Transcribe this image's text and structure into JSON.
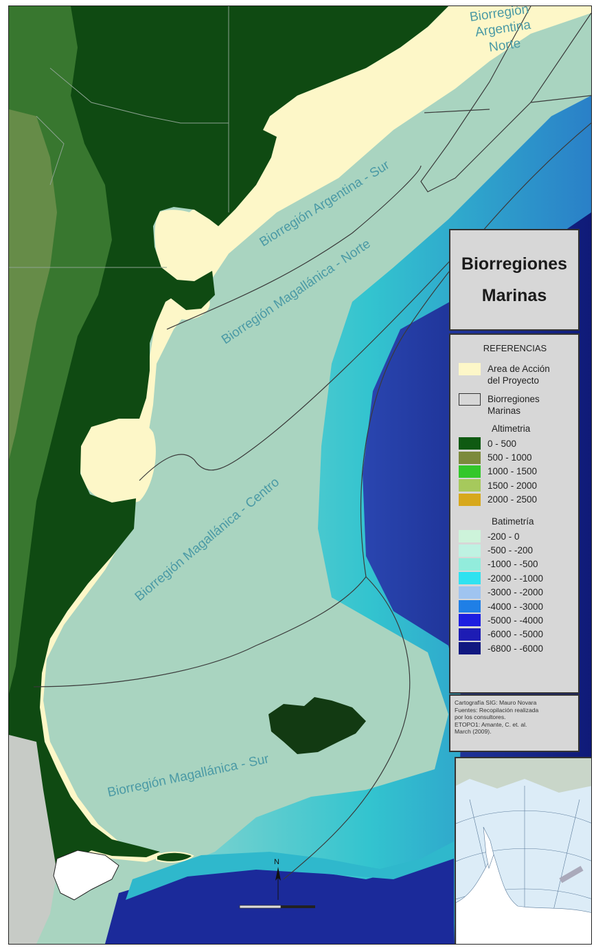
{
  "map": {
    "title_line1": "Biorregiones",
    "title_line2": "Marinas",
    "region_labels": {
      "argentina_norte_1": "Biorregión",
      "argentina_norte_2": "Argentina",
      "argentina_norte_3": "Norte",
      "argentina_sur": "Biorregión Argentina - Sur",
      "magallanica_norte": "Biorregión Magallánica - Norte",
      "magallanica_centro": "Biorregión Magallánica - Centro",
      "magallanica_sur": "Biorregión Magallánica - Sur"
    },
    "north_arrow_label": "N",
    "colors": {
      "land_dark": "#0f4a12",
      "land_mid": "#3f7f35",
      "land_high": "#6e8f4c",
      "shelf": "#a9d4c0",
      "project_area": "#fdf7c8",
      "slope": "#3fc6cc",
      "deep": "#1a1e8a",
      "label": "#4b9aa5"
    }
  },
  "legend": {
    "header": "REFERENCIAS",
    "project_area_label_1": "Area de Acción",
    "project_area_label_2": "del Proyecto",
    "bioregions_label_1": "Biorregiones",
    "bioregions_label_2": "Marinas",
    "altimetry_title": "Altimetria",
    "altimetry": [
      {
        "label": "0 - 500",
        "color": "#0f5a12"
      },
      {
        "label": "500 - 1000",
        "color": "#7c8a3c"
      },
      {
        "label": "1000 - 1500",
        "color": "#33c72a"
      },
      {
        "label": "1500 - 2000",
        "color": "#a6c95c"
      },
      {
        "label": "2000 - 2500",
        "color": "#d7a81c"
      }
    ],
    "bathymetry_title": "Batimetría",
    "bathymetry": [
      {
        "label": "-200 - 0",
        "color": "#cdf3da"
      },
      {
        "label": "-500 - -200",
        "color": "#bff2e2"
      },
      {
        "label": "-1000 - -500",
        "color": "#92ecdc"
      },
      {
        "label": "-2000 - -1000",
        "color": "#30e2f0"
      },
      {
        "label": "-3000 - -2000",
        "color": "#9fc4f0"
      },
      {
        "label": "-4000 - -3000",
        "color": "#1f7fe6"
      },
      {
        "label": "-5000 - -4000",
        "color": "#1d1ee0"
      },
      {
        "label": "-6000 - -5000",
        "color": "#1d1cb4"
      },
      {
        "label": "-6800 - -6000",
        "color": "#101880"
      }
    ]
  },
  "credits": {
    "line1": "Cartografía SIG: Mauro Novara",
    "line2": "Fuentes: Recopilación realizada",
    "line3": "por los consultores.",
    "line4": "ETOPO1: Amante, C. et. al.",
    "line5": "March (2009)."
  }
}
